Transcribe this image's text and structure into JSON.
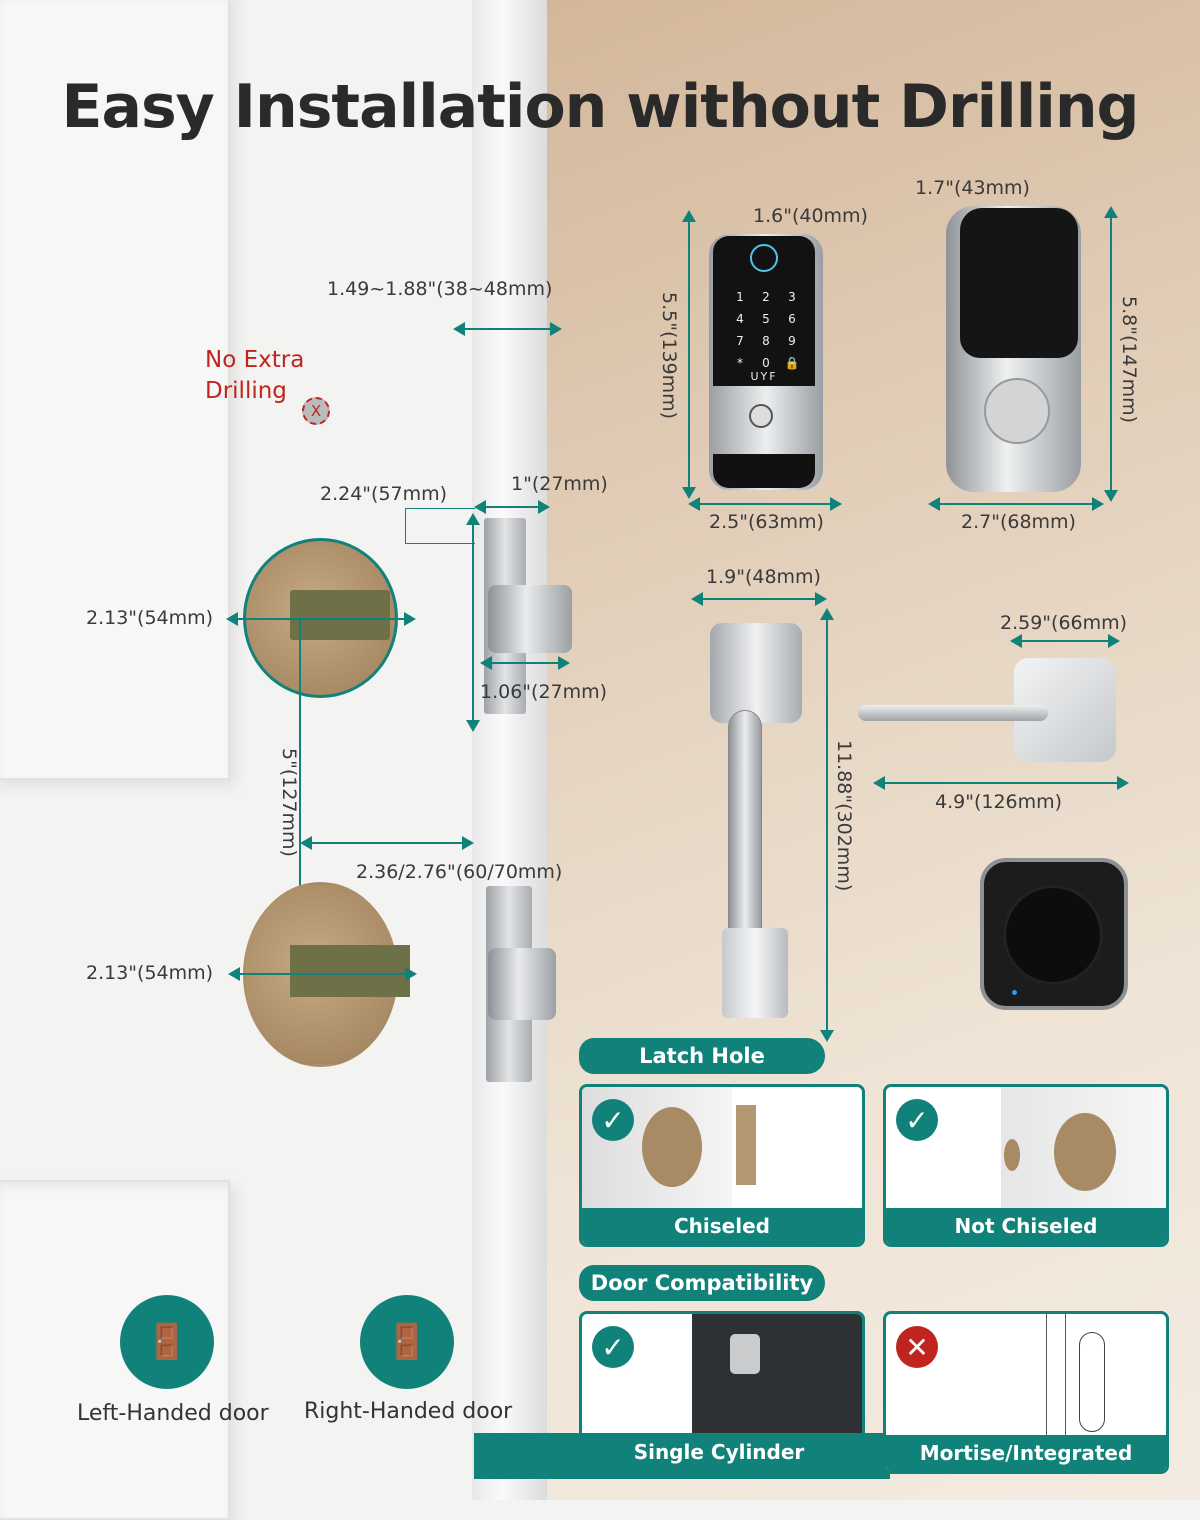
{
  "title": "Easy Installation without Drilling",
  "no_drilling": {
    "line1": "No Extra",
    "line2": "Drilling",
    "mark": "X"
  },
  "dimensions": {
    "door_thickness": "1.49~1.88\"(38~48mm)",
    "latch_faceplate_height": "2.24\"(57mm)",
    "latch_faceplate_width": "1\"(27mm)",
    "latch_bolt_width": "1.06\"(27mm)",
    "upper_hole_dia": "2.13\"(54mm)",
    "lower_hole_dia": "2.13\"(54mm)",
    "hole_spacing": "5\"(127mm)",
    "backset": "2.36/2.76\"(60/70mm)",
    "keypad_depth": "1.6\"(40mm)",
    "keypad_height": "5.5\"(139mm)",
    "keypad_width": "2.5\"(63mm)",
    "interior_depth": "1.7\"(43mm)",
    "interior_height": "5.8\"(147mm)",
    "interior_width": "2.7\"(68mm)",
    "handle_width": "1.9\"(48mm)",
    "handle_height": "11.88\"(302mm)",
    "lever_rose": "2.59\"(66mm)",
    "lever_length": "4.9\"(126mm)"
  },
  "keypad": {
    "keys": [
      "1",
      "2",
      "3",
      "4",
      "5",
      "6",
      "7",
      "8",
      "9",
      "*",
      "0",
      "🔒"
    ],
    "brand": "UYF"
  },
  "latch_hole": {
    "heading": "Latch Hole",
    "options": [
      {
        "label": "Chiseled",
        "status": "check"
      },
      {
        "label": "Not Chiseled",
        "status": "check"
      }
    ]
  },
  "door_compat": {
    "heading": "Door Compatibility",
    "options": [
      {
        "label": "Single Cylinder",
        "status": "check"
      },
      {
        "label": "Mortise/Integrated",
        "status": "cross"
      }
    ]
  },
  "handedness": [
    {
      "label": "Left-Handed door"
    },
    {
      "label": "Right-Handed door"
    }
  ],
  "colors": {
    "teal": "#11827a",
    "red": "#c0241f"
  }
}
